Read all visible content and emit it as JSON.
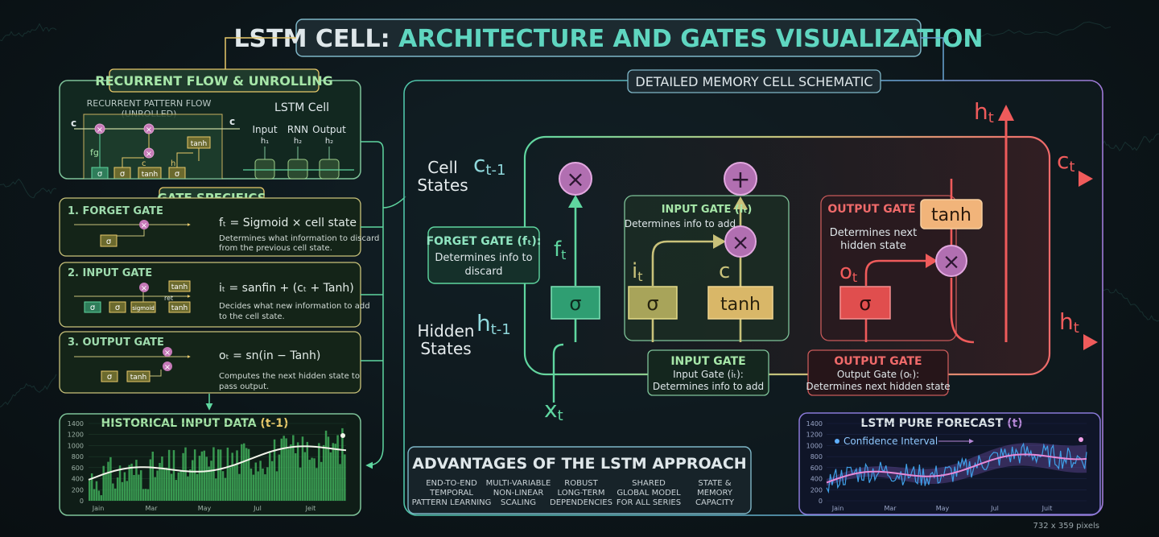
{
  "title": {
    "part1": "LSTM CELL: ",
    "part2": "ARCHITECTURE AND GATES VISUALIZATION"
  },
  "colors": {
    "green": "#5fd6a0",
    "yellow": "#e8c96a",
    "red": "#ef5b5b",
    "purple": "#b587d6",
    "teal": "#39c0c8",
    "bg": "#0c1519"
  },
  "recurrent": {
    "header": "RECURRENT FLOW & UNROLLING",
    "pattern_title_1": "RECURRENT PATTERN FLOW",
    "pattern_title_2": "(UNROLLED)",
    "c_label": "c",
    "c_right": "c",
    "fg_label": "fg",
    "c_small": "c",
    "h_small": "h",
    "sigma": "σ",
    "tanh": "tanh",
    "lstm_cell_title": "LSTM Cell",
    "cols": [
      {
        "label": "Input",
        "sub": "h₁"
      },
      {
        "label": "RNN",
        "sub": "h₂"
      },
      {
        "label": "Output",
        "sub": "h₂"
      }
    ]
  },
  "gate_specifics": {
    "header": "GATE SPECIFICS",
    "forget": {
      "title": "1. FORGET GATE",
      "formula": "fₜ = Sigmoid × cell state",
      "desc1": "Determines what information to discard",
      "desc2": "from the previous cell state.",
      "sigma": "σ"
    },
    "input": {
      "title": "2. INPUT GATE",
      "formula": "iₜ = sanfin + (cₜ + Tanh)",
      "desc1": "Decides what new information to add",
      "desc2": "to the cell state.",
      "sigma": "σ",
      "sigmoid": "sigmoid",
      "tanh": "tanh",
      "ret": "ret"
    },
    "output": {
      "title": "3. OUTPUT GATE",
      "formula": "oₜ = sn(in − Tanh)",
      "desc1": "Computes the next hidden state to",
      "desc2": "pass output.",
      "sigma": "σ",
      "tanh": "tanh"
    }
  },
  "history": {
    "title_main": "HISTORICAL INPUT DATA ",
    "title_sub": "(t-1)",
    "y_ticks": [
      "1400",
      "1200",
      "1000",
      "800",
      "600",
      "400",
      "200",
      "0"
    ],
    "x_ticks": [
      "Jain",
      "Mar",
      "May",
      "Jul",
      "Jeit"
    ]
  },
  "schematic": {
    "header": "DETAILED MEMORY CELL SCHEMATIC",
    "cell_states_1": "Cell",
    "cell_states_2": "States",
    "hidden_states_1": "Hidden",
    "hidden_states_2": "States",
    "c_prev": "c",
    "c_prev_sub": "t-1",
    "h_prev": "h",
    "h_prev_sub": "t-1",
    "x_t": "x",
    "x_t_sub": "t",
    "c_t": "c",
    "c_t_sub": "t",
    "h_t_top": "h",
    "h_t_top_sub": "t",
    "h_t_right": "h",
    "h_t_right_sub": "t",
    "f_t": "f",
    "f_t_sub": "t",
    "i_t": "i",
    "i_t_sub": "t",
    "c_label": "c",
    "o_t": "o",
    "o_t_sub": "t",
    "times": "×",
    "plus": "+",
    "sigma": "σ",
    "tanh": "tanh",
    "forget_box": {
      "title": "FORGET GATE (fₜ):",
      "line1": "Determines info to",
      "line2": "discard"
    },
    "input_box": {
      "title": "INPUT GATE (iₜ)",
      "line1": "Determines info to add"
    },
    "output_box": {
      "title": "OUTPUT GATE",
      "line1": "Determines next",
      "line2": "hidden state"
    },
    "input_bottom": {
      "title": "INPUT GATE",
      "line1": "Input Gate (iₜ):",
      "line2": "Determines info to add"
    },
    "output_bottom": {
      "title": "OUTPUT GATE",
      "line1": "Output Gate (oₜ):",
      "line2": "Determines next hidden state"
    }
  },
  "advantages": {
    "title": "ADVANTAGES OF THE LSTM APPROACH",
    "items": [
      {
        "l1": "END-TO-END",
        "l2": "TEMPORAL",
        "l3": "PATTERN LEARNING"
      },
      {
        "l1": "MULTI-VARIABLE",
        "l2": "NON-LINEAR",
        "l3": "SCALING"
      },
      {
        "l1": "ROBUST",
        "l2": "LONG-TERM",
        "l3": "DEPENDENCIES"
      },
      {
        "l1": "SHARED",
        "l2": "GLOBAL MODEL",
        "l3": "FOR ALL SERIES"
      },
      {
        "l1": "STATE &",
        "l2": "MEMORY",
        "l3": "CAPACITY"
      }
    ]
  },
  "forecast": {
    "title_main": "LSTM PURE FORECAST ",
    "title_sub": "(t)",
    "legend": "Confidence Interval",
    "y_ticks": [
      "1400",
      "1200",
      "1000",
      "800",
      "600",
      "400",
      "200",
      "0"
    ],
    "x_ticks": [
      "Jain",
      "Mar",
      "May",
      "Jul",
      "Juit"
    ]
  },
  "footer": "732 x 359 pixels"
}
